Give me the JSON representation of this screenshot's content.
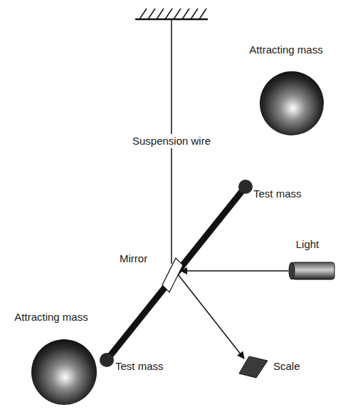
{
  "diagram": {
    "labels": [
      "Suspension wire",
      "Attracting mass",
      "Test mass",
      "Mirror",
      "Light",
      "Attracting mass",
      "Test mass",
      "Scale"
    ]
  }
}
